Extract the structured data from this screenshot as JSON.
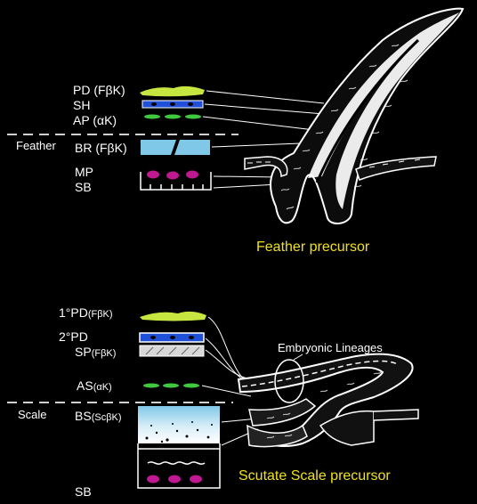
{
  "feather": {
    "section_label": "Feather",
    "caption": "Feather precursor",
    "layers": [
      {
        "main": "PD",
        "suffix": " (FβK)"
      },
      {
        "main": "SH",
        "suffix": ""
      },
      {
        "main": "AP",
        "suffix": " (αK)"
      },
      {
        "main": "BR",
        "suffix": " (FβK)"
      },
      {
        "main": "MP",
        "suffix": ""
      },
      {
        "main": "SB",
        "suffix": ""
      }
    ]
  },
  "scale": {
    "section_label": "Scale",
    "caption": "Scutate Scale precursor",
    "embryonic_label": "Embryonic Lineages",
    "layers": [
      {
        "main": "1°PD",
        "suffix": "(FβK)"
      },
      {
        "main": "2°PD",
        "suffix": ""
      },
      {
        "main": "SP",
        "suffix": "(FβK)"
      },
      {
        "main": "AS",
        "suffix": "(αK)"
      },
      {
        "main": "BS",
        "suffix": "(ScβK)"
      },
      {
        "main": "SB",
        "suffix": ""
      }
    ]
  },
  "colors": {
    "periderm": "#c8e640",
    "sheath": "#2050d8",
    "keratin_green": "#40c840",
    "barb": "#80c8e8",
    "melanocyte": "#c01890",
    "caption": "#f0e020",
    "dashed": "#d0d0d0"
  }
}
